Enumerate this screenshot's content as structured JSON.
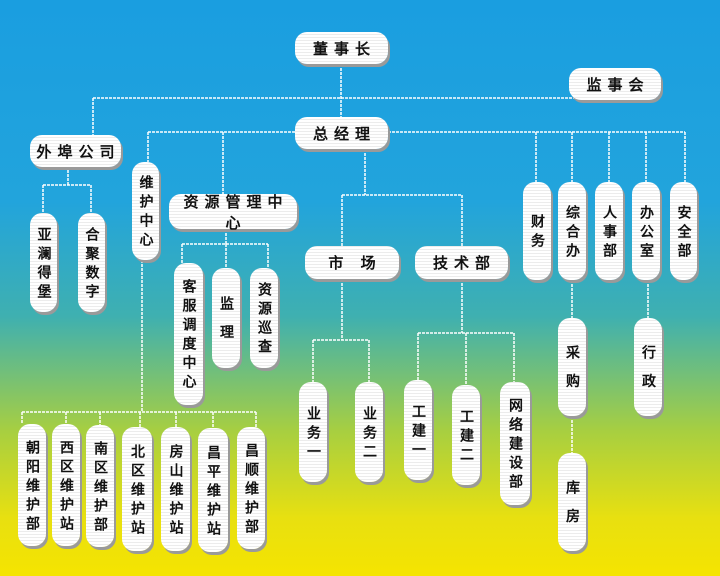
{
  "title": "组织结构图",
  "colors": {
    "line": "#ffffff",
    "box": "#ffffff",
    "text": "#111111"
  },
  "nodes": {
    "chairman": "董事长",
    "supervisory": "监事会",
    "gm": "总经理",
    "external": "外埠公司",
    "maint_center": "维护中心",
    "resource_center": "资源管理中心",
    "yalan": "亚澜得堡",
    "heju": "合聚数字",
    "dispatch": "客服调度中心",
    "supervision": "监 理",
    "patrol": "资源巡查",
    "market": "市 场",
    "tech": "技术部",
    "finance": "财务",
    "general_office": "综合办",
    "hr": "人事部",
    "office": "办公室",
    "safety": "安全部",
    "purchase": "采 购",
    "admin": "行 政",
    "warehouse": "库 房",
    "biz1": "业务一",
    "biz2": "业务二",
    "eng1": "工建一",
    "eng2": "工建二",
    "network": "网络建设部",
    "chaoyang": "朝阳维护部",
    "xiqu": "西区维护站",
    "nanqu": "南区维护部",
    "beiqu": "北区维护站",
    "fangshan": "房山维护站",
    "changping": "昌平维护站",
    "changshun": "昌顺维护部"
  }
}
